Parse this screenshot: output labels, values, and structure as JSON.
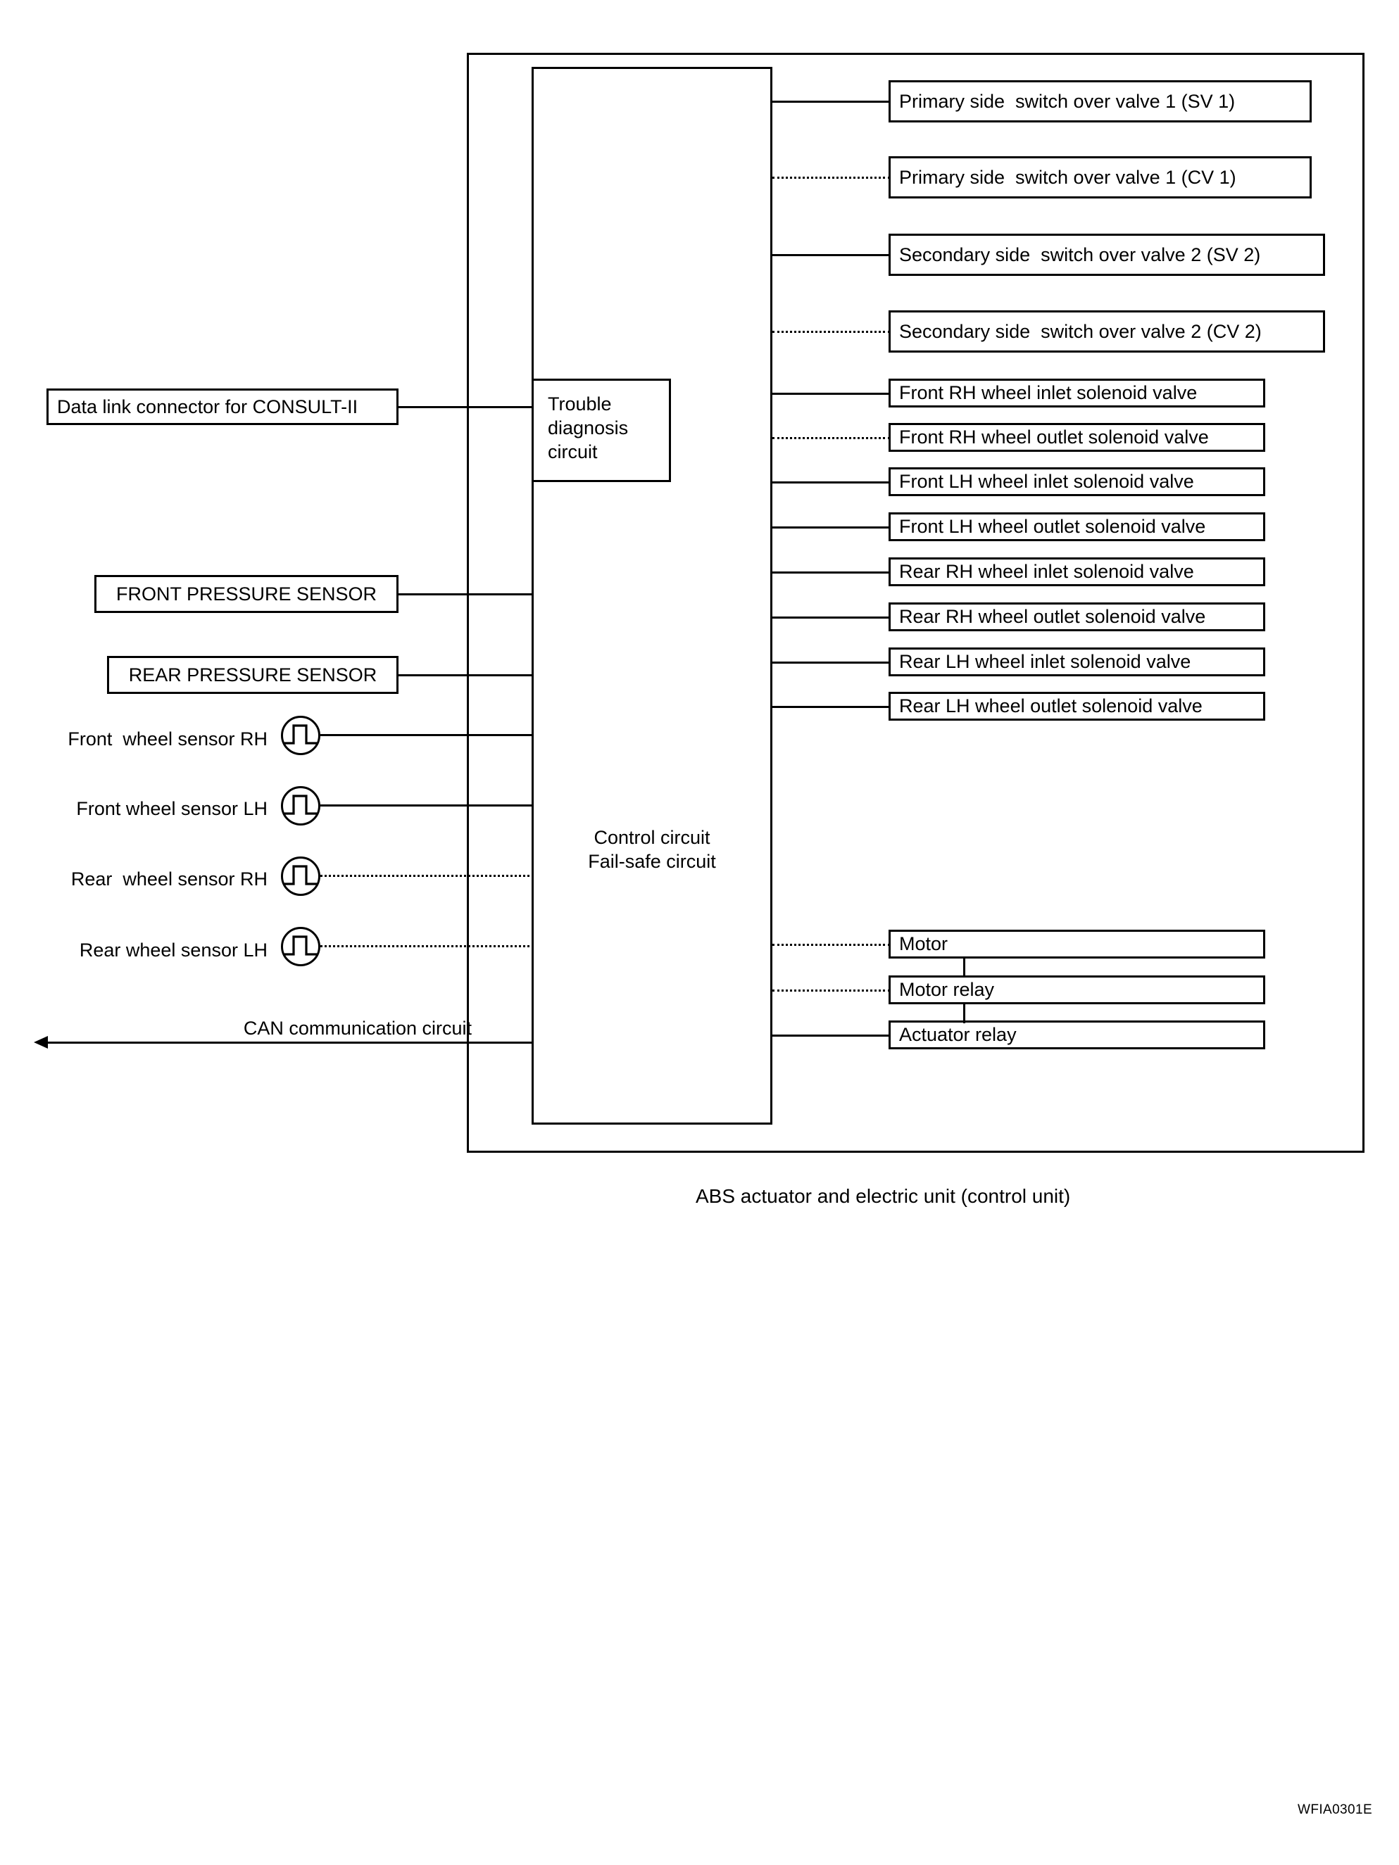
{
  "figure": {
    "caption": "ABS actuator and electric unit (control unit)",
    "figure_id": "WFIA0301E",
    "type": "block-diagram"
  },
  "control_unit": {
    "trouble_block_lines": [
      "Trouble",
      "diagnosis",
      "circuit"
    ],
    "control_block_lines": [
      "Control circuit",
      "Fail-safe circuit"
    ]
  },
  "inputs": {
    "data_link": {
      "label": "Data link connector for CONSULT-II",
      "wire": "solid"
    },
    "front_pressure_sensor": {
      "label": "FRONT PRESSURE SENSOR",
      "wire": "solid"
    },
    "rear_pressure_sensor": {
      "label": "REAR PRESSURE SENSOR",
      "wire": "solid"
    },
    "wheel_sensors": [
      {
        "label": "Front  wheel sensor RH",
        "wire": "solid",
        "icon": "square-wave-sensor-icon"
      },
      {
        "label": "Front wheel sensor LH",
        "wire": "solid",
        "icon": "square-wave-sensor-icon"
      },
      {
        "label": "Rear  wheel sensor RH",
        "wire": "dotted",
        "icon": "square-wave-sensor-icon"
      },
      {
        "label": "Rear wheel sensor LH",
        "wire": "dotted",
        "icon": "square-wave-sensor-icon"
      }
    ],
    "can_circuit": {
      "label": "CAN communication circuit",
      "wire": "solid",
      "arrow": "left"
    }
  },
  "outputs": {
    "valves": [
      {
        "label": "Primary side  switch over valve 1 (SV 1)",
        "wire": "solid"
      },
      {
        "label": "Primary side  switch over valve 1 (CV 1)",
        "wire": "dotted"
      },
      {
        "label": "Secondary side  switch over valve 2 (SV 2)",
        "wire": "solid"
      },
      {
        "label": "Secondary side  switch over valve 2 (CV 2)",
        "wire": "dotted"
      }
    ],
    "solenoids": [
      {
        "label": "Front RH wheel inlet solenoid valve",
        "wire": "solid"
      },
      {
        "label": "Front RH wheel outlet solenoid valve",
        "wire": "dotted"
      },
      {
        "label": "Front LH wheel inlet solenoid valve",
        "wire": "solid"
      },
      {
        "label": "Front LH wheel outlet solenoid valve",
        "wire": "solid"
      },
      {
        "label": "Rear RH wheel inlet solenoid valve",
        "wire": "solid"
      },
      {
        "label": "Rear RH wheel outlet solenoid valve",
        "wire": "solid"
      },
      {
        "label": "Rear LH wheel inlet solenoid valve",
        "wire": "solid"
      },
      {
        "label": "Rear LH wheel outlet solenoid valve",
        "wire": "solid"
      }
    ],
    "motor_group": [
      {
        "label": "Motor",
        "wire": "dotted"
      },
      {
        "label": "Motor relay",
        "wire": "dotted"
      },
      {
        "label": "Actuator relay",
        "wire": "solid"
      }
    ]
  },
  "colors": {
    "line": "#000000",
    "background": "#ffffff"
  }
}
